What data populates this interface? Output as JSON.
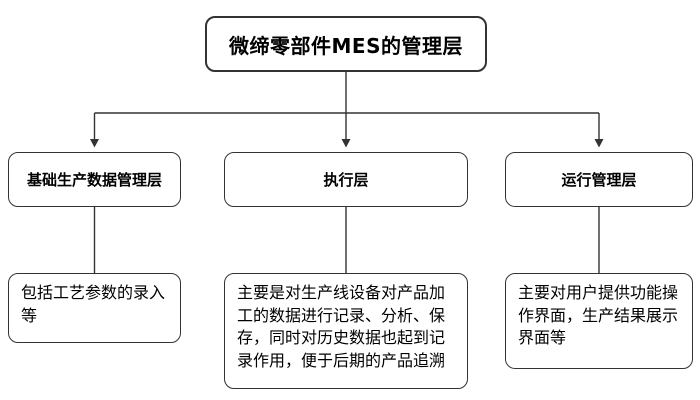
{
  "diagram": {
    "type": "flowchart",
    "root": {
      "label": "微缔零部件MES的管理层"
    },
    "branches": [
      {
        "label": "基础生产数据管理层",
        "description": "包括工艺参数的录入等"
      },
      {
        "label": "执行层",
        "description": "主要是对生产线设备对产品加工的数据进行记录、分析、保存，同时对历史数据也起到记录作用，便于后期的产品追溯"
      },
      {
        "label": "运行管理层",
        "description": "主要对用户提供功能操作界面，生产结果展示界面等"
      }
    ],
    "edges": [
      {
        "from": "root",
        "to": "基础生产数据管理层",
        "arrow": true
      },
      {
        "from": "root",
        "to": "执行层",
        "arrow": true
      },
      {
        "from": "root",
        "to": "运行管理层",
        "arrow": true
      },
      {
        "from": "基础生产数据管理层",
        "to": "包括工艺参数的录入等",
        "arrow": false
      },
      {
        "from": "执行层",
        "to": "主要是对生产线设备对产品加工的数据进行记录…",
        "arrow": false
      },
      {
        "from": "运行管理层",
        "to": "主要对用户提供功能操作界面…",
        "arrow": false
      }
    ],
    "colors": {
      "background": "#ffffff",
      "border": "#333333",
      "connector": "#333333",
      "text": "#000000"
    }
  }
}
